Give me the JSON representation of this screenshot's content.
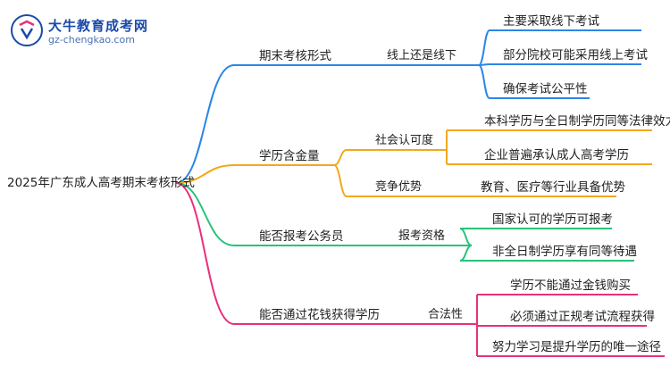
{
  "logo": {
    "title": "大牛教育成考网",
    "url": "gz-chengkao.com"
  },
  "root": "2025年广东成人高考期末考核形式",
  "branches": [
    {
      "label": "期末考核形式",
      "color": "#2a86e8",
      "children": [
        {
          "label": "线上还是线下",
          "leaves": [
            "主要采取线下考试",
            "部分院校可能采用线上考试",
            "确保考试公平性"
          ]
        }
      ]
    },
    {
      "label": "学历含金量",
      "color": "#f2a81d",
      "children": [
        {
          "label": "社会认可度",
          "leaves": [
            "本科学历与全日制学历同等法律效力",
            "企业普遍承认成人高考学历"
          ]
        },
        {
          "label": "竞争优势",
          "leaves": [
            "教育、医疗等行业具备优势"
          ]
        }
      ]
    },
    {
      "label": "能否报考公务员",
      "color": "#27c27a",
      "children": [
        {
          "label": "报考资格",
          "leaves": [
            "国家认可的学历可报考",
            "非全日制学历享有同等待遇"
          ]
        }
      ]
    },
    {
      "label": "能否通过花钱获得学历",
      "color": "#e8307a",
      "children": [
        {
          "label": "合法性",
          "leaves": [
            "学历不能通过金钱购买",
            "必须通过正规考试流程获得",
            "努力学习是提升学历的唯一途径"
          ]
        }
      ]
    }
  ]
}
